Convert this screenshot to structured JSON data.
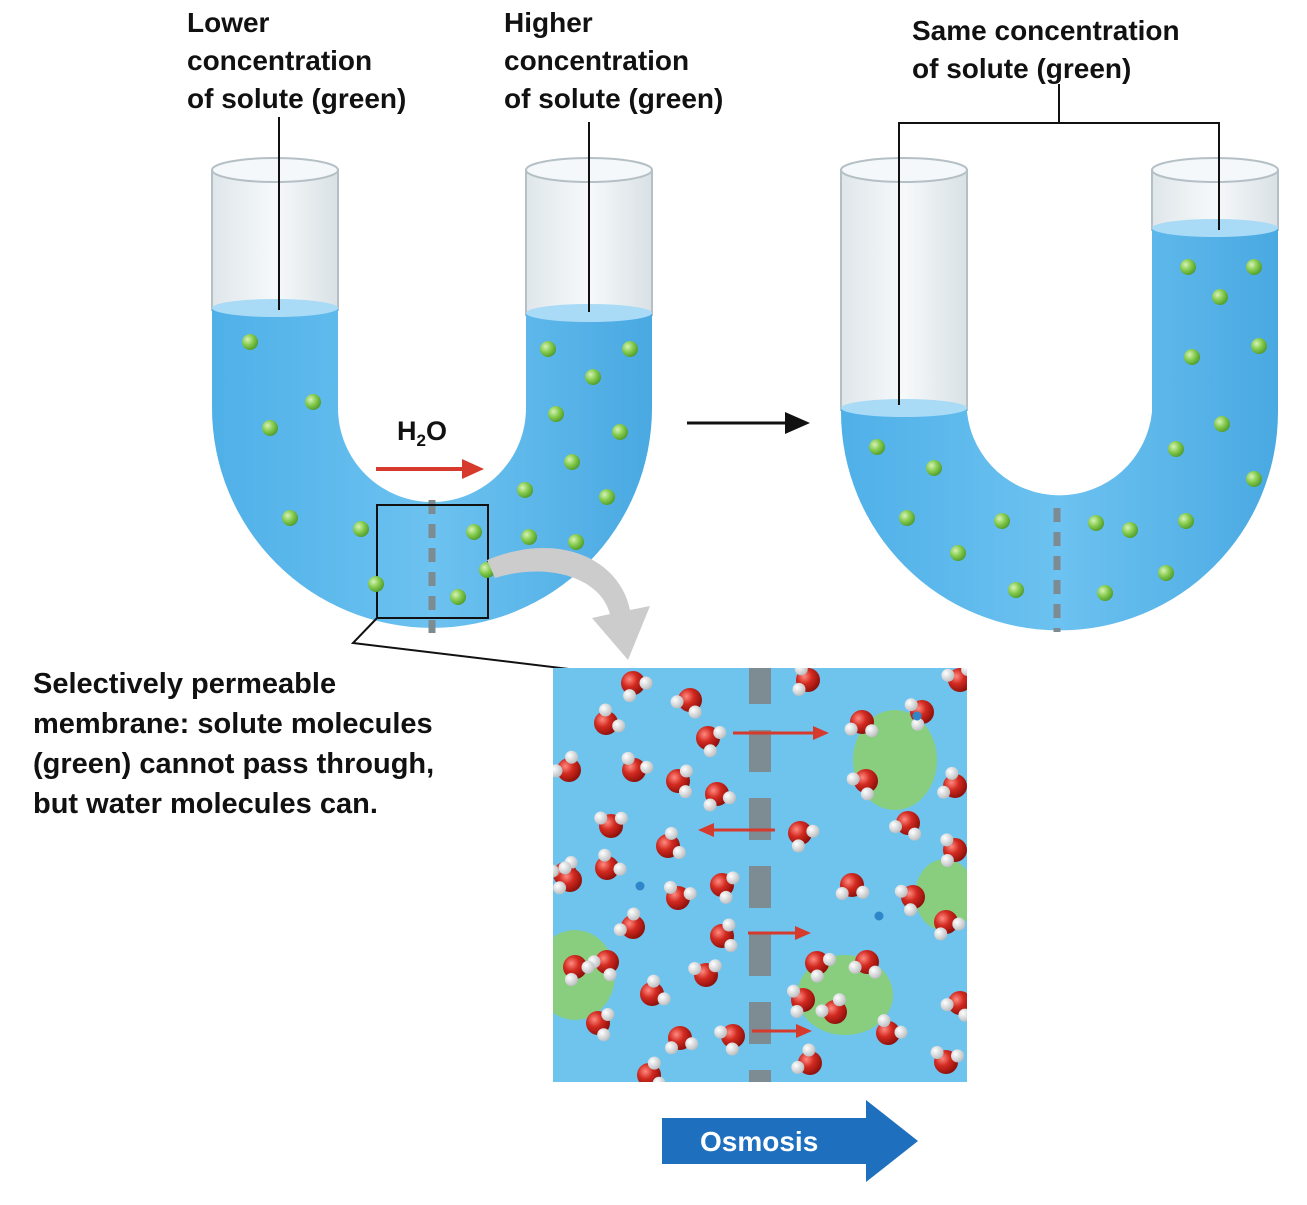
{
  "labels": {
    "lower": [
      "Lower",
      "concentration",
      "of solute (green)"
    ],
    "higher": [
      "Higher",
      "concentration",
      "of solute (green)"
    ],
    "same": [
      "Same concentration",
      "of solute (green)"
    ],
    "membrane": [
      "Selectively permeable",
      "membrane: solute molecules",
      "(green) cannot pass through,",
      "but water molecules can."
    ],
    "h2o": "H2O",
    "osmosis": "Osmosis"
  },
  "colors": {
    "water": "#5db8ec",
    "water_surface": "#a9dbf6",
    "glass": "#e8eef0",
    "solute": "#7cc94a",
    "membrane": "#7d8b93",
    "arrow_red": "#d63a2c",
    "osmosis_arrow": "#1f6fbf",
    "callout_arrow": "#cccccc",
    "oxygen": "#c8201a",
    "hydrogen": "#eeeeee",
    "solute_cluster": "#8ccf72"
  },
  "icons": {
    "solute": "green-sphere",
    "water_molecule": "red-white-molecule",
    "process_arrow": "black-arrow-icon"
  }
}
